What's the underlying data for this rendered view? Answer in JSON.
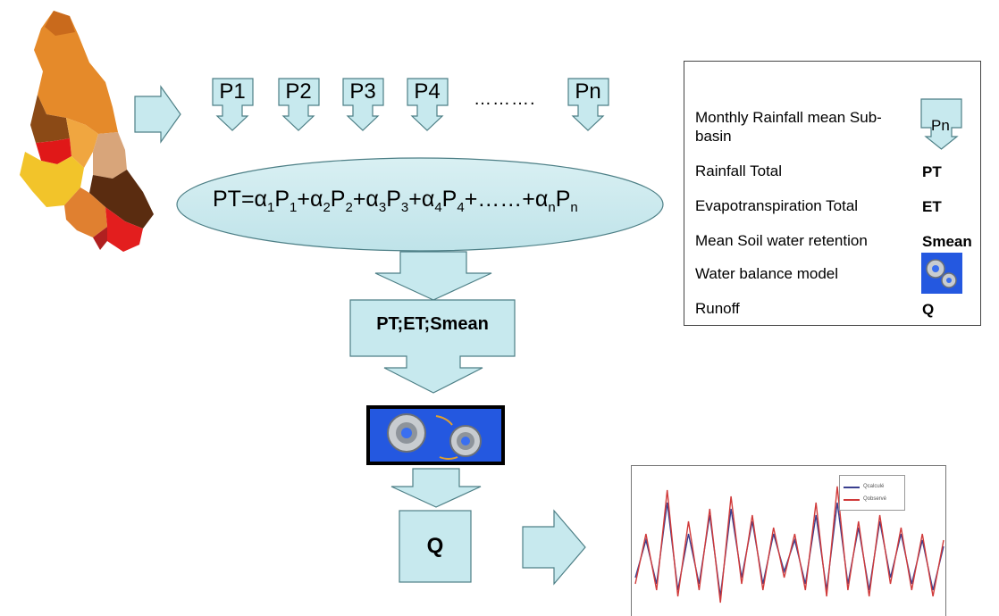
{
  "inputs": [
    "P1",
    "P2",
    "P3",
    "P4",
    "Pn"
  ],
  "ellipsis": "……….",
  "formula": {
    "lhs": "PT=",
    "alpha": "α",
    "P": "P",
    "plus": "+",
    "terms": [
      "1",
      "2",
      "3",
      "4"
    ],
    "etc": "……",
    "last": "n"
  },
  "intermediate_box": "PT;ET;Smean",
  "output_box": "Q",
  "legend": {
    "items": [
      {
        "label": "Monthly Rainfall mean Sub-basin",
        "symbol": "Pn"
      },
      {
        "label": "Rainfall Total",
        "symbol": "PT"
      },
      {
        "label": "Evapotranspiration Total",
        "symbol": "ET"
      },
      {
        "label": "Mean Soil water retention",
        "symbol": "Smean"
      },
      {
        "label": "Water balance model",
        "symbol": "gears-icon"
      },
      {
        "label": "Runoff",
        "symbol": "Q"
      }
    ]
  },
  "colors": {
    "arrow_fill": "#c7e9ee",
    "arrow_stroke": "#4d7f86",
    "model_bg": "#1f4fd8",
    "series_calc": "#3a3f8f",
    "series_obs": "#d03a3a"
  },
  "chart_data": {
    "type": "line",
    "legend_position": "top-right",
    "series": [
      {
        "name": "Qcalculé",
        "values": [
          0.25,
          0.55,
          0.2,
          0.85,
          0.15,
          0.6,
          0.2,
          0.75,
          0.1,
          0.8,
          0.25,
          0.7,
          0.2,
          0.6,
          0.3,
          0.55,
          0.2,
          0.75,
          0.15,
          0.85,
          0.2,
          0.65,
          0.15,
          0.7,
          0.25,
          0.6,
          0.2,
          0.55,
          0.15,
          0.5
        ]
      },
      {
        "name": "Qobservé",
        "values": [
          0.2,
          0.6,
          0.15,
          0.95,
          0.1,
          0.7,
          0.15,
          0.8,
          0.05,
          0.9,
          0.2,
          0.75,
          0.15,
          0.65,
          0.25,
          0.6,
          0.15,
          0.85,
          0.1,
          0.98,
          0.15,
          0.7,
          0.1,
          0.75,
          0.2,
          0.65,
          0.15,
          0.6,
          0.1,
          0.55
        ]
      }
    ]
  }
}
